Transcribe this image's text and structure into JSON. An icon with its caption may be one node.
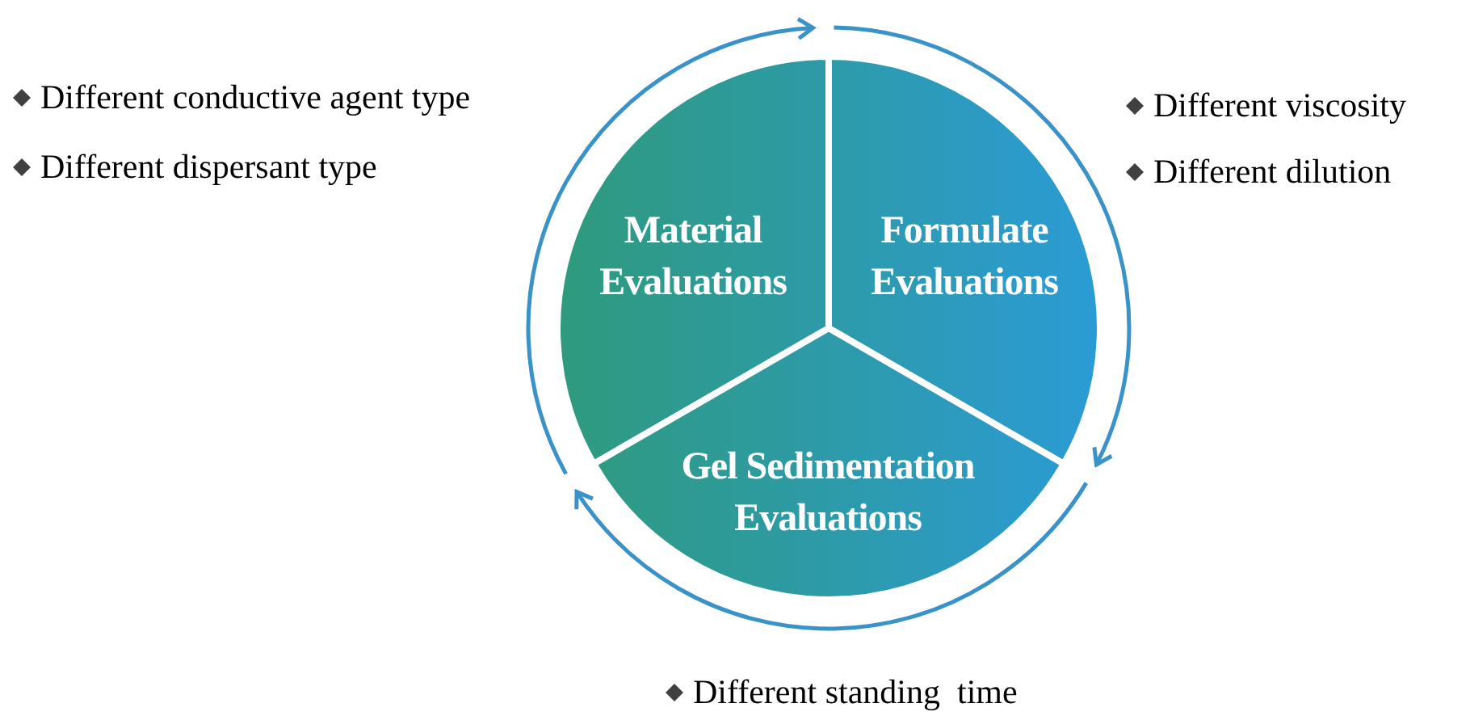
{
  "diagram": {
    "nodes": [
      {
        "text": [
          "Material Evaluations"
        ]
      },
      {
        "text": [
          "Formulate Evaluations"
        ]
      },
      {
        "text": [
          "Gel Sedimentation Evaluations"
        ]
      }
    ],
    "labels": [
      "Different conductive agent type",
      "Different dispersant type",
      "Different viscosity",
      "Different dilution",
      "Different standing  time"
    ]
  }
}
